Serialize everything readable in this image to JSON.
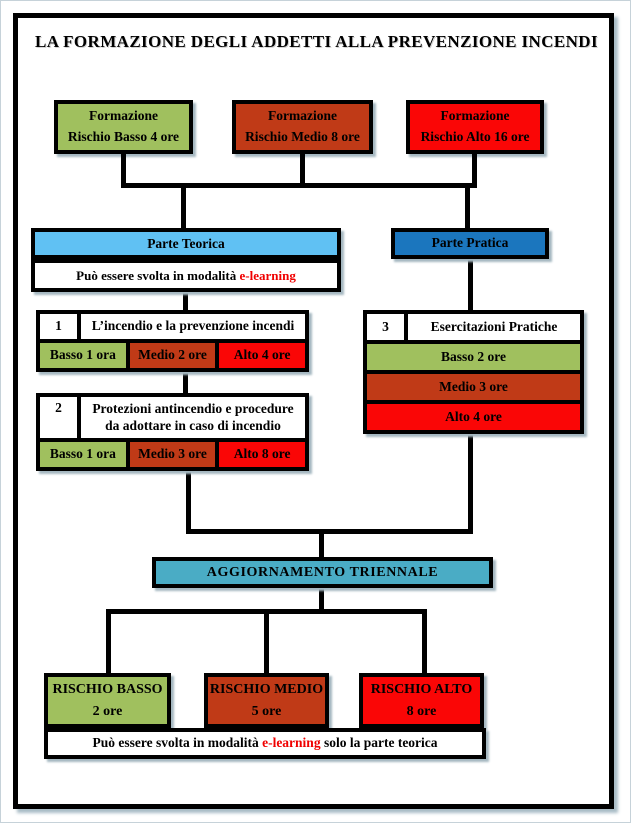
{
  "colors": {
    "risk_low_green": "#A0C05E",
    "risk_medium_brick": "#C03A17",
    "risk_high_red": "#FA0606",
    "theory_light_blue": "#60C1F3",
    "practice_blue": "#1B76BE",
    "update_teal": "#4AACC5",
    "elearning_red": "#F00000"
  },
  "title": "LA FORMAZIONE DEGLI ADDETTI ALLA PREVENZIONE INCENDI",
  "top_boxes": [
    {
      "line1": "Formazione",
      "line2": "Rischio Basso 4 ore"
    },
    {
      "line1": "Formazione",
      "line2": "Rischio Medio 8 ore"
    },
    {
      "line1": "Formazione",
      "line2": "Rischio Alto 16 ore"
    }
  ],
  "teorica": {
    "label": "Parte Teorica",
    "note_prefix": "Può essere svolta in modalità ",
    "note_highlight": "e-learning"
  },
  "pratica": {
    "label": "Parte Pratica"
  },
  "module1": {
    "number": "1",
    "title": "L’incendio e la prevenzione incendi",
    "cells": [
      "Basso 1 ora",
      "Medio 2 ore",
      "Alto 4 ore"
    ]
  },
  "module2": {
    "number": "2",
    "title": "Protezioni antincendio e procedure da adottare in caso di incendio",
    "cells": [
      "Basso 1 ora",
      "Medio 3 ore",
      "Alto 8 ore"
    ]
  },
  "module3": {
    "number": "3",
    "title": "Esercitazioni Pratiche",
    "rows": [
      "Basso 2 ore",
      "Medio 3 ore",
      "Alto 4 ore"
    ]
  },
  "aggiornamento": {
    "label": "AGGIORNAMENTO TRIENNALE"
  },
  "bottom_boxes": [
    {
      "line1": "RISCHIO BASSO",
      "line2": "2 ore"
    },
    {
      "line1": "RISCHIO MEDIO",
      "line2": "5 ore"
    },
    {
      "line1": "RISCHIO ALTO",
      "line2": "8 ore"
    }
  ],
  "bottom_note": {
    "prefix": "Può essere svolta in modalità ",
    "highlight": "e-learning",
    "suffix": " solo la parte teorica"
  }
}
